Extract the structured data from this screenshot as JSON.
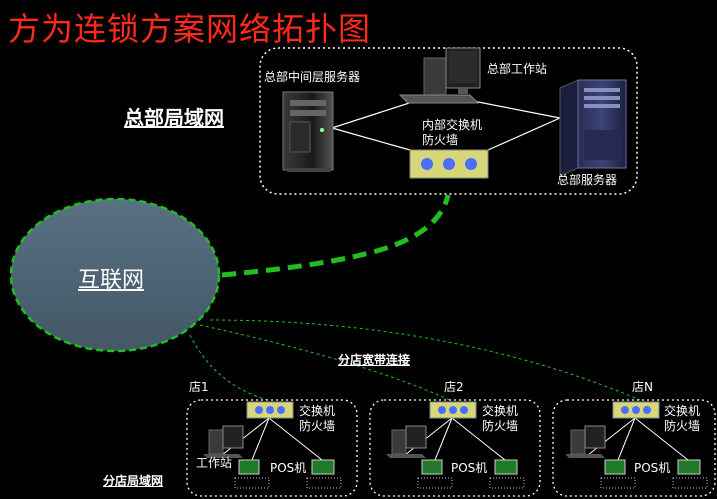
{
  "title": "方为连锁方案网络拓扑图",
  "hq": {
    "lan_label": "总部局域网",
    "middle_server_label": "总部中间层服务器",
    "workstation_label": "总部工作站",
    "switch_label_line1": "内部交换机",
    "switch_label_line2": "防火墙",
    "server_label": "总部服务器"
  },
  "internet_label": "互联网",
  "branch_broadband_label": "分店宽带连接",
  "branch_lan_label": "分店局域网",
  "stores": [
    {
      "name": "店1",
      "switch_line1": "交换机",
      "switch_line2": "防火墙",
      "workstation_label": "工作站",
      "pos_label": "POS机"
    },
    {
      "name": "店2",
      "switch_line1": "交换机",
      "switch_line2": "防火墙",
      "pos_label": "POS机"
    },
    {
      "name": "店N",
      "switch_line1": "交换机",
      "switch_line2": "防火墙",
      "pos_label": "POS机"
    }
  ],
  "colors": {
    "title": "#ff2a1a",
    "dashed_link": "#1fbf1f",
    "cloud_fill": "#4d6374",
    "switch_fill": "#d7d77a",
    "switch_port": "#4a6fff"
  }
}
